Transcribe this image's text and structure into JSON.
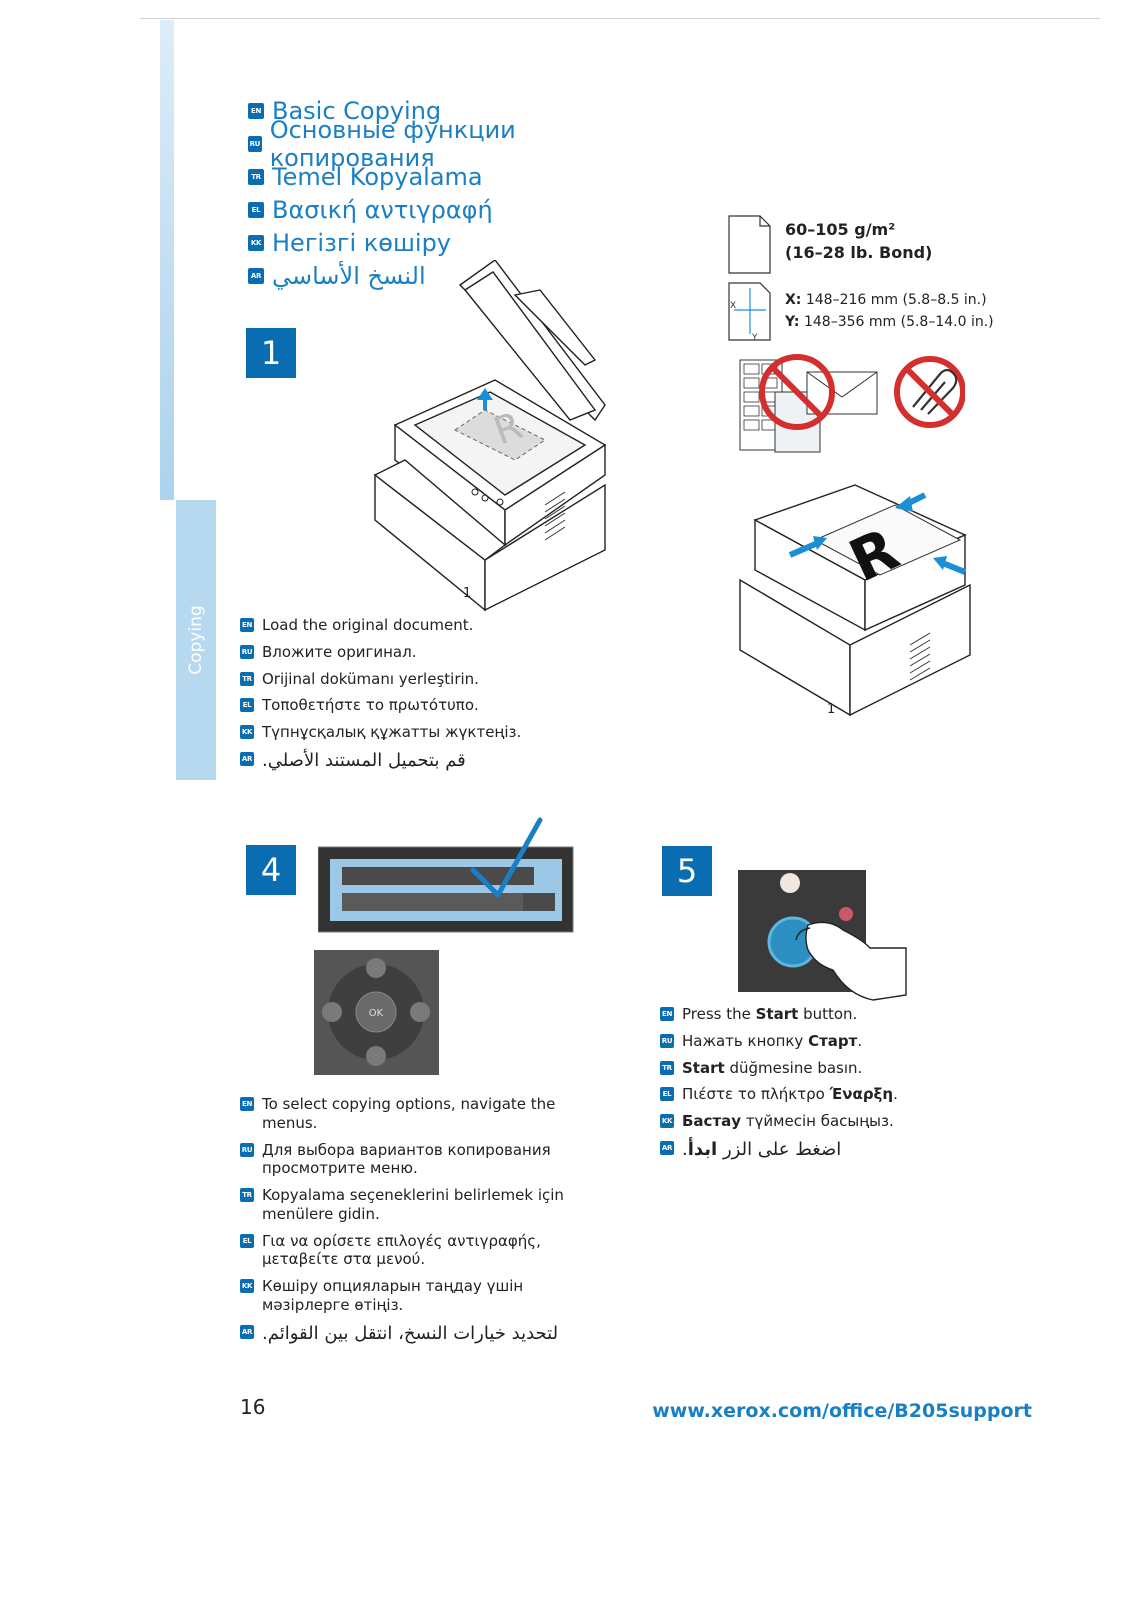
{
  "side_tab": "Copying",
  "titles": [
    {
      "lang": "EN",
      "text": "Basic Copying"
    },
    {
      "lang": "RU",
      "text": "Основные функции копирования"
    },
    {
      "lang": "TR",
      "text": "Temel Kopyalama"
    },
    {
      "lang": "EL",
      "text": "Βασική αντιγραφή"
    },
    {
      "lang": "KK",
      "text": "Негізгі көшіру"
    },
    {
      "lang": "AR",
      "text": "النسخ الأساسي"
    }
  ],
  "specs": {
    "weight_line1": "60–105 g/m²",
    "weight_line2": "(16–28 lb. Bond)",
    "x_label": "X:",
    "x_value": "148–216 mm (5.8–8.5 in.)",
    "y_label": "Y:",
    "y_value": "148–356 mm (5.8–14.0 in.)",
    "diagram_x": "X",
    "diagram_y": "Y"
  },
  "step1": {
    "number": "1",
    "tray_label": "1",
    "instructions": [
      {
        "lang": "EN",
        "text": "Load the original document."
      },
      {
        "lang": "RU",
        "text": "Вложите оригинал."
      },
      {
        "lang": "TR",
        "text": "Orijinal dokümanı yerleştirin."
      },
      {
        "lang": "EL",
        "text": "Τοποθετήστε το πρωτότυπο."
      },
      {
        "lang": "KK",
        "text": "Түпнұсқалық құжатты жүктеңіз."
      },
      {
        "lang": "AR",
        "text": "قم بتحميل المستند الأصلي."
      }
    ]
  },
  "step1b": {
    "tray_label": "1",
    "doc_letter": "R"
  },
  "step4": {
    "number": "4",
    "ok_label": "OK",
    "instructions": [
      {
        "lang": "EN",
        "text": "To select copying options, navigate the menus."
      },
      {
        "lang": "RU",
        "text": "Для выбора вариантов копирования просмотрите меню."
      },
      {
        "lang": "TR",
        "text": "Kopyalama seçeneklerini belirlemek için menülere gidin."
      },
      {
        "lang": "EL",
        "text": "Για να ορίσετε επιλογές αντιγραφής, μεταβείτε στα μενού."
      },
      {
        "lang": "KK",
        "text": "Көшіру опцияларын таңдау үшін мәзірлерге өтіңіз."
      },
      {
        "lang": "AR",
        "text": "لتحديد خيارات النسخ، انتقل بين القوائم."
      }
    ]
  },
  "step5": {
    "number": "5",
    "instructions": [
      {
        "lang": "EN",
        "pre": "Press the ",
        "bold": "Start",
        "post": " button."
      },
      {
        "lang": "RU",
        "pre": "Нажать кнопку ",
        "bold": "Старт",
        "post": "."
      },
      {
        "lang": "TR",
        "pre": "",
        "bold": "Start",
        "post": " düğmesine basın."
      },
      {
        "lang": "EL",
        "pre": "Πιέστε το πλήκτρο ",
        "bold": "Έναρξη",
        "post": "."
      },
      {
        "lang": "KK",
        "pre": "",
        "bold": "Бастау",
        "post": " түймесін басыңыз."
      },
      {
        "lang": "AR",
        "pre": "اضغط على الزر ",
        "bold": "ابدأ",
        "post": "."
      }
    ]
  },
  "footer": {
    "page": "16",
    "url": "www.xerox.com/office/B205support"
  },
  "colors": {
    "accent": "#0b6db1",
    "title": "#1b7fc4",
    "no_sign": "#d32f2f",
    "arrow": "#1a8fd6"
  }
}
